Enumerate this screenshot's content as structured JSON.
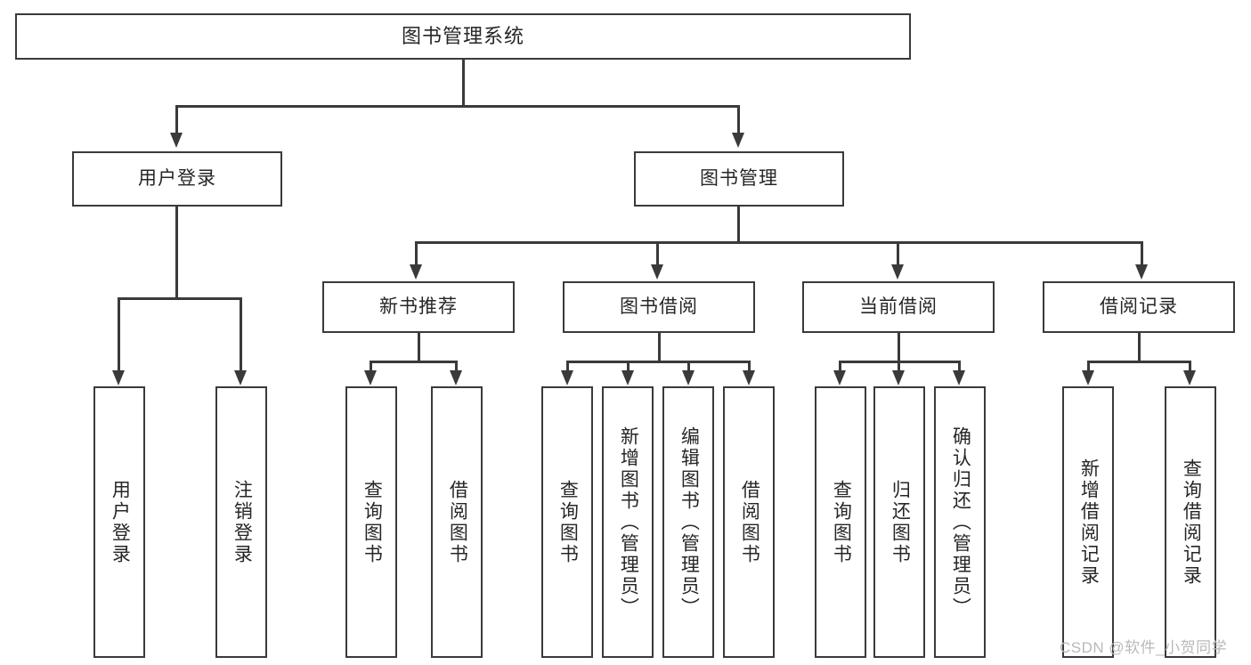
{
  "diagram": {
    "title": "图书管理系统",
    "type": "tree-hierarchy-diagram",
    "root": {
      "label": "图书管理系统"
    },
    "level2": [
      {
        "label": "用户登录"
      },
      {
        "label": "图书管理"
      }
    ],
    "level3": [
      {
        "label": "新书推荐"
      },
      {
        "label": "图书借阅"
      },
      {
        "label": "当前借阅"
      },
      {
        "label": "借阅记录"
      }
    ],
    "leaves": {
      "user_login": [
        {
          "label": "用户登录"
        },
        {
          "label": "注销登录"
        }
      ],
      "new_book_recommend": [
        {
          "label": "查询图书"
        },
        {
          "label": "借阅图书"
        }
      ],
      "book_borrow": [
        {
          "label": "查询图书"
        },
        {
          "label": "新增图书（管理员）"
        },
        {
          "label": "编辑图书（管理员）"
        },
        {
          "label": "借阅图书"
        }
      ],
      "current_borrow": [
        {
          "label": "查询图书"
        },
        {
          "label": "归还图书"
        },
        {
          "label": "确认归还（管理员）"
        }
      ],
      "borrow_record": [
        {
          "label": "新增借阅记录"
        },
        {
          "label": "查询借阅记录"
        }
      ]
    }
  },
  "watermark": {
    "text": "CSDN @软件_小贺同学"
  },
  "colors": {
    "box_border": "#3a3a3a",
    "box_fill": "#ffffff",
    "text": "#262626",
    "connector": "#3a3a3a",
    "watermark": "#b9b9b9",
    "background": "#ffffff"
  }
}
